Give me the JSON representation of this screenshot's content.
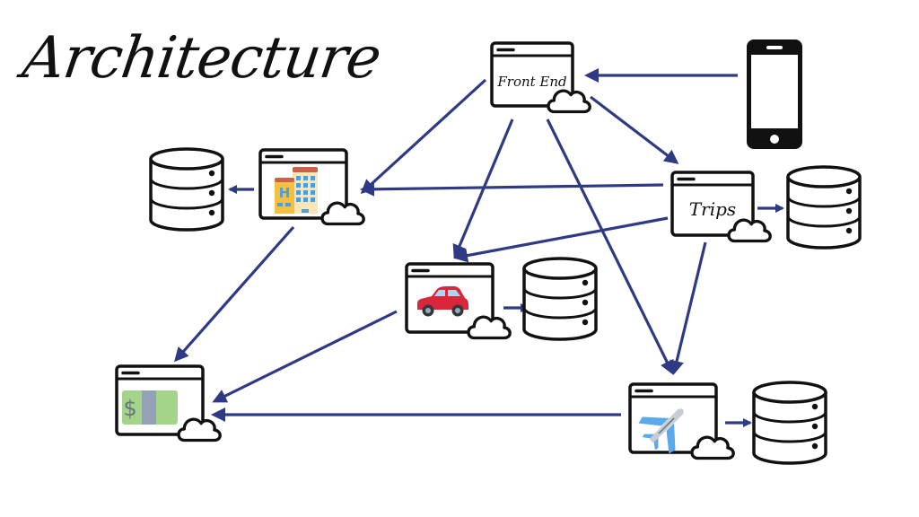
{
  "title": "Architecture",
  "colors": {
    "arrow": "#2f3a84",
    "stroke": "#111111",
    "background": "#ffffff",
    "car": "#d9263b",
    "car_window": "#a9d6f5",
    "hotel_wall": "#fde6b6",
    "hotel_left": "#f5bf40",
    "hotel_roof": "#c8634a",
    "hotel_window": "#4a9fe3",
    "money": "#a4d38a",
    "money_band": "#93a3b5",
    "plane_wing": "#5aa9ea",
    "plane_body": "#c8cdd3"
  },
  "nodes": [
    {
      "id": "front-end",
      "kind": "service",
      "label": "Front End",
      "icon": "text"
    },
    {
      "id": "mobile",
      "kind": "device",
      "label": "",
      "icon": "smartphone-icon"
    },
    {
      "id": "hotels",
      "kind": "service",
      "label": "",
      "icon": "hotel-icon"
    },
    {
      "id": "hotels-db",
      "kind": "database",
      "label": "",
      "icon": "database-icon"
    },
    {
      "id": "trips",
      "kind": "service",
      "label": "Trips",
      "icon": "text"
    },
    {
      "id": "trips-db",
      "kind": "database",
      "label": "",
      "icon": "database-icon"
    },
    {
      "id": "cars",
      "kind": "service",
      "label": "",
      "icon": "car-icon"
    },
    {
      "id": "cars-db",
      "kind": "database",
      "label": "",
      "icon": "database-icon"
    },
    {
      "id": "payments",
      "kind": "service",
      "label": "",
      "icon": "money-icon"
    },
    {
      "id": "flights",
      "kind": "service",
      "label": "",
      "icon": "airplane-icon"
    },
    {
      "id": "flights-db",
      "kind": "database",
      "label": "",
      "icon": "database-icon"
    }
  ],
  "edges": [
    {
      "from": "mobile",
      "to": "front-end"
    },
    {
      "from": "front-end",
      "to": "hotels"
    },
    {
      "from": "front-end",
      "to": "trips"
    },
    {
      "from": "front-end",
      "to": "cars"
    },
    {
      "from": "front-end",
      "to": "flights"
    },
    {
      "from": "trips",
      "to": "hotels"
    },
    {
      "from": "trips",
      "to": "cars"
    },
    {
      "from": "trips",
      "to": "flights"
    },
    {
      "from": "trips",
      "to": "trips-db"
    },
    {
      "from": "hotels",
      "to": "hotels-db"
    },
    {
      "from": "hotels",
      "to": "payments"
    },
    {
      "from": "cars",
      "to": "payments"
    },
    {
      "from": "cars",
      "to": "cars-db"
    },
    {
      "from": "flights",
      "to": "payments"
    },
    {
      "from": "flights",
      "to": "flights-db"
    }
  ]
}
